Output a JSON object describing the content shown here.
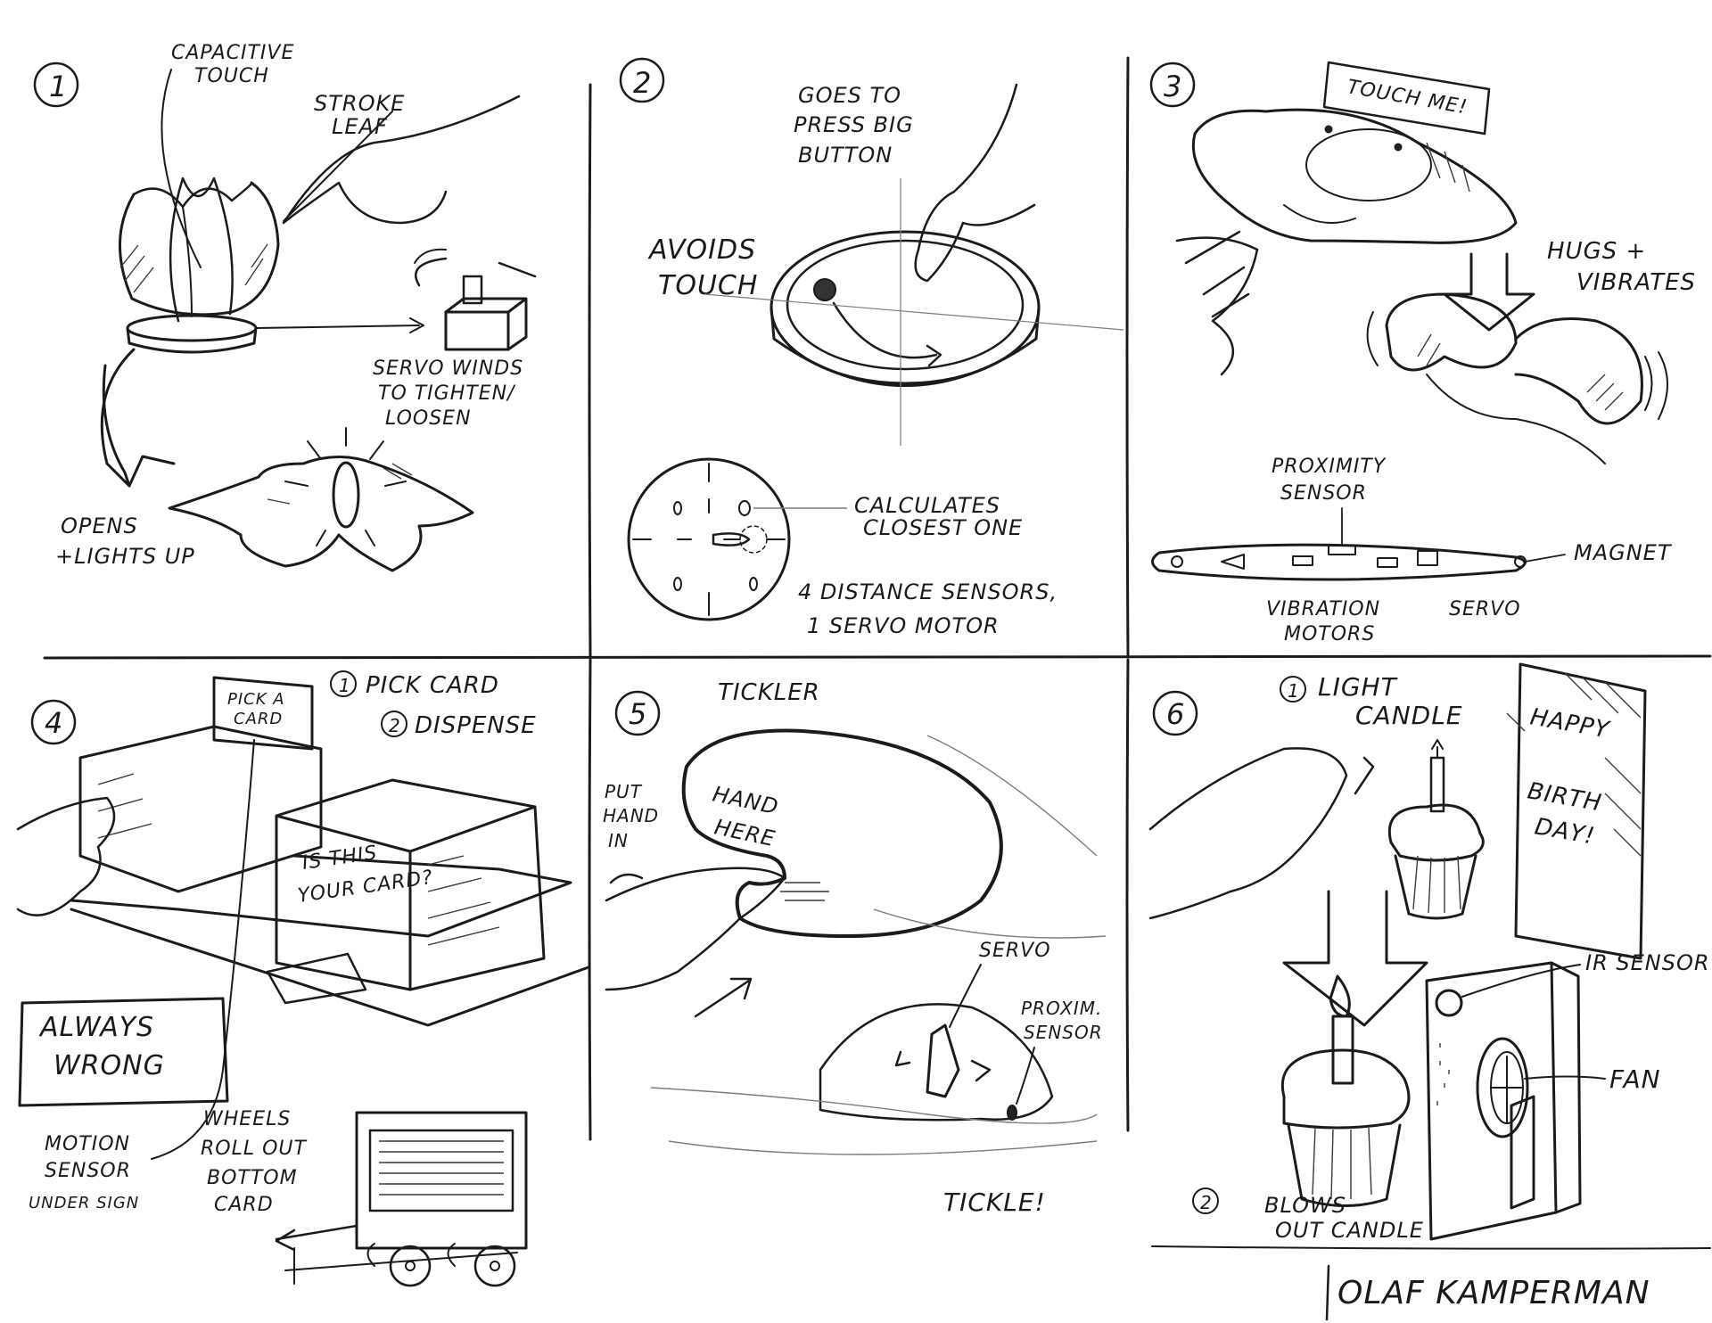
{
  "colors": {
    "ink": "#1b1b1b",
    "paper": "#ffffff",
    "pencil": "#7d7d7d"
  },
  "author": "OLAF KAMPERMAN",
  "panels": [
    {
      "number": "1",
      "labels": {
        "capacitive": [
          "CAPACITIVE",
          "TOUCH"
        ],
        "stroke": [
          "STROKE",
          "LEAF"
        ],
        "servo": [
          "SERVO WINDS",
          "TO TIGHTEN/",
          "LOOSEN"
        ],
        "opens": [
          "OPENS",
          "+LIGHTS UP"
        ]
      }
    },
    {
      "number": "2",
      "labels": {
        "goes": [
          "GOES TO",
          "PRESS BIG",
          "BUTTON"
        ],
        "avoids": [
          "AVOIDS",
          "TOUCH"
        ],
        "calculates": [
          "CALCULATES",
          "CLOSEST ONE"
        ],
        "sensors": [
          "4 DISTANCE SENSORS,",
          "1 SERVO MOTOR"
        ]
      }
    },
    {
      "number": "3",
      "labels": {
        "sign": "TOUCH ME!",
        "hugs": [
          "HUGS +",
          "VIBRATES"
        ],
        "proximity": [
          "PROXIMITY",
          "SENSOR"
        ],
        "magnet": "MAGNET",
        "vibration": [
          "VIBRATION",
          "MOTORS"
        ],
        "servo": "SERVO"
      }
    },
    {
      "number": "4",
      "labels": {
        "step1": "PICK CARD",
        "step2": "DISPENSE",
        "sign": [
          "PICK A",
          "CARD"
        ],
        "box": [
          "IS THIS",
          "YOUR CARD?"
        ],
        "always": [
          "ALWAYS",
          "WRONG"
        ],
        "motion": [
          "MOTION",
          "SENSOR"
        ],
        "under": "UNDER SIGN",
        "wheels": [
          "WHEELS",
          "ROLL OUT",
          "BOTTOM",
          "CARD"
        ]
      }
    },
    {
      "number": "5",
      "labels": {
        "tickler": "TICKLER",
        "put": [
          "PUT",
          "HAND",
          "IN"
        ],
        "hand": [
          "HAND",
          "HERE"
        ],
        "servo": "SERVO",
        "proxim": [
          "PROXIM.",
          "SENSOR"
        ],
        "tickle": "TICKLE!"
      }
    },
    {
      "number": "6",
      "labels": {
        "light": [
          "LIGHT",
          "CANDLE"
        ],
        "step1": "1",
        "poster": [
          "HAPPY",
          "BIRTH",
          "DAY!"
        ],
        "ir": "IR SENSOR",
        "fan": "FAN",
        "step2": "2",
        "blows": [
          "BLOWS",
          "OUT CANDLE"
        ]
      }
    }
  ]
}
